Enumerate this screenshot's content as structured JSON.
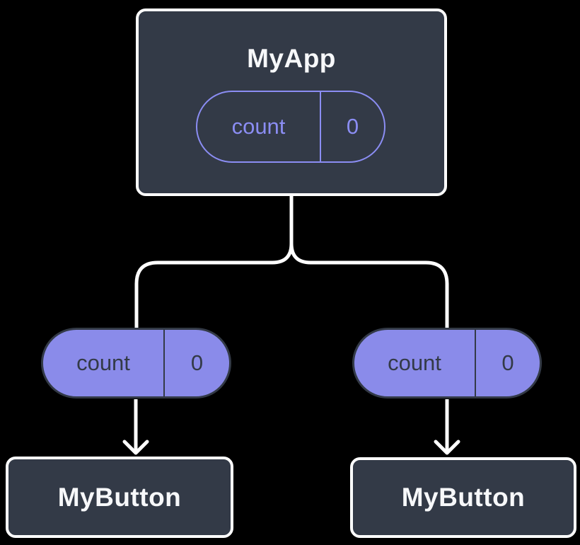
{
  "colors": {
    "background": "#000000",
    "box_fill": "#333A47",
    "box_border": "#FFFFFF",
    "title_text": "#F7F8FA",
    "purple": "#8B8DF3",
    "pill_fill": "#8A8BEA",
    "pill_dark": "#333A47",
    "connector": "#FFFFFF"
  },
  "tree": {
    "root": {
      "title": "MyApp",
      "state": {
        "name": "count",
        "value": "0"
      }
    },
    "children": [
      {
        "pill": {
          "name": "count",
          "value": "0"
        },
        "title": "MyButton"
      },
      {
        "pill": {
          "name": "count",
          "value": "0"
        },
        "title": "MyButton"
      }
    ]
  }
}
